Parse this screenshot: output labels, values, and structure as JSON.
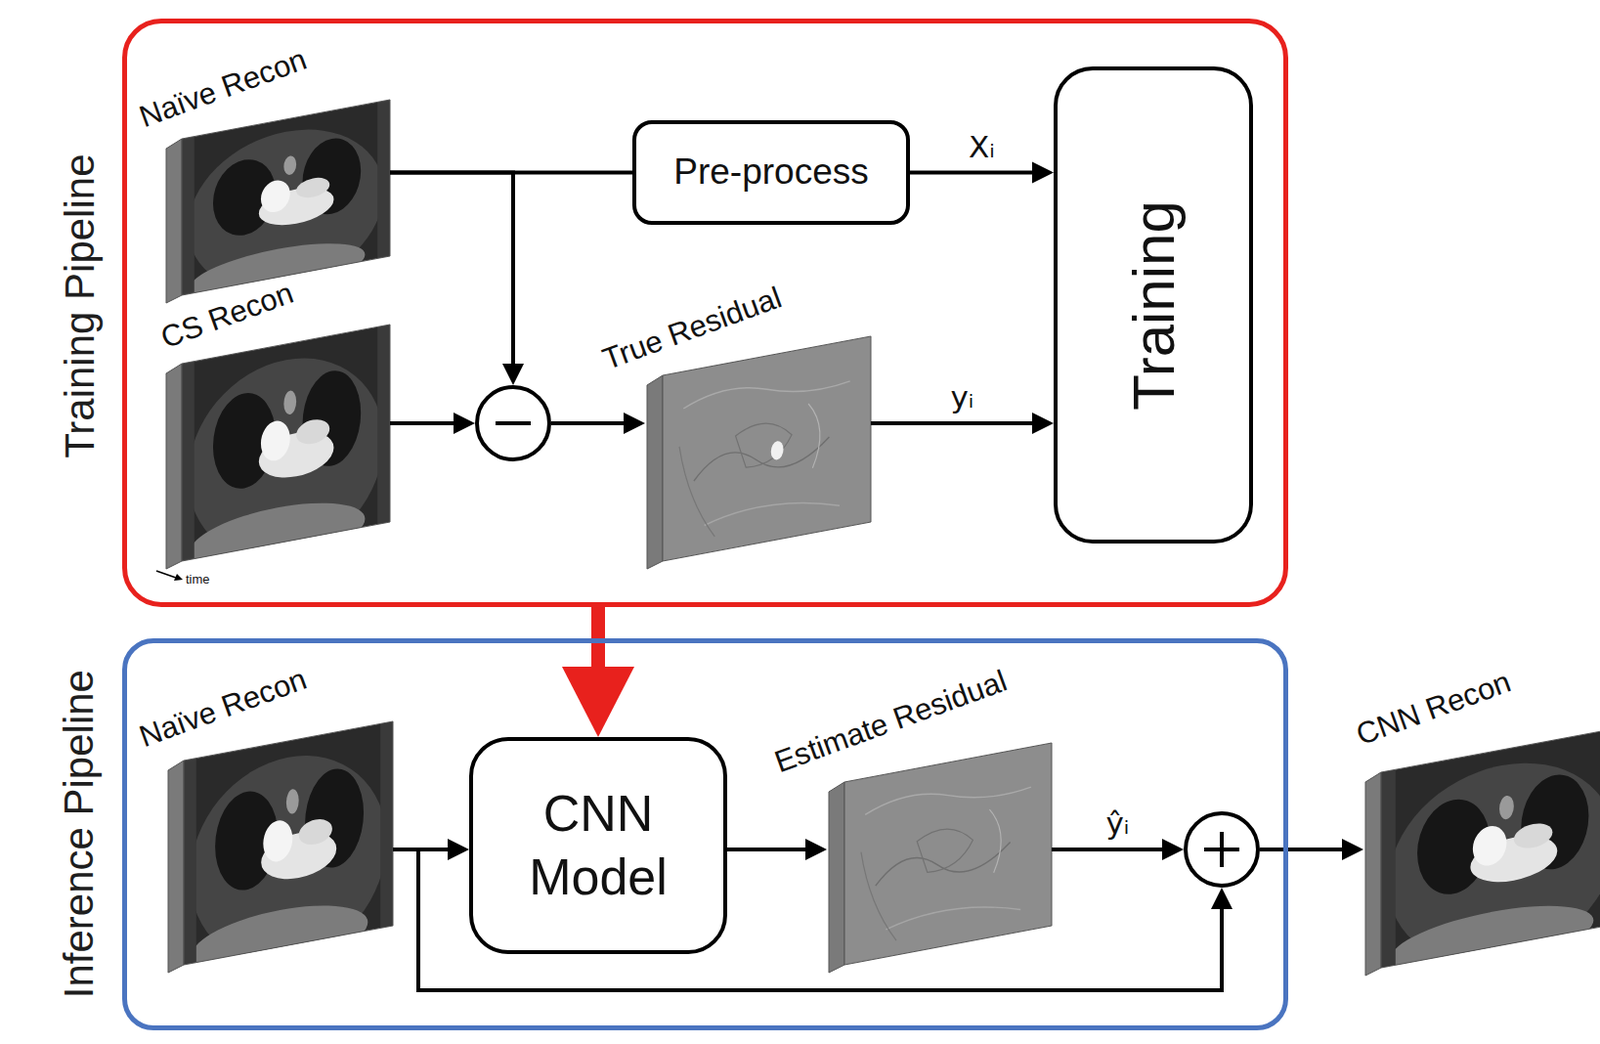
{
  "diagram": {
    "nodes": [
      {
        "text": [
          "Training Pipeline"
        ]
      },
      {
        "text": [
          "Naïve Recon"
        ],
        "in": 0
      },
      {
        "text": [
          "CS Recon"
        ],
        "in": 0
      },
      {
        "text": [
          "Pre-process"
        ],
        "in": 0
      },
      {
        "text": [],
        "in": 0
      },
      {
        "text": [
          "True Residual"
        ],
        "in": 0
      },
      {
        "text": [
          "Training"
        ],
        "in": 0
      },
      {
        "text": [
          "Inference Pipeline"
        ]
      },
      {
        "text": [
          "Naïve Recon"
        ],
        "in": 7
      },
      {
        "text": [
          "CNN Model"
        ],
        "in": 7
      },
      {
        "text": [
          "Estimate Residual"
        ],
        "in": 7
      },
      {
        "text": [],
        "in": 7
      },
      {
        "text": [
          "CNN Recon"
        ]
      }
    ],
    "edges": [
      {
        "from": 1,
        "to": 3,
        "arrow": "none"
      },
      {
        "from": 1,
        "to": 4,
        "arrow": "to"
      },
      {
        "from": 2,
        "to": 4,
        "arrow": "to"
      },
      {
        "from": 4,
        "to": 5,
        "arrow": "to"
      },
      {
        "from": 3,
        "to": 6,
        "label": "Xᵢ",
        "arrow": "to"
      },
      {
        "from": 5,
        "to": 6,
        "label": "yᵢ",
        "arrow": "to"
      },
      {
        "from": 0,
        "to": 9,
        "arrow": "to"
      },
      {
        "from": 8,
        "to": 9,
        "arrow": "to"
      },
      {
        "from": 8,
        "to": 11,
        "arrow": "to"
      },
      {
        "from": 9,
        "to": 10,
        "arrow": "to"
      },
      {
        "from": 10,
        "to": 11,
        "label": "ŷᵢ",
        "arrow": "to"
      },
      {
        "from": 11,
        "to": 12,
        "arrow": "to"
      }
    ],
    "labels": [
      "time"
    ]
  }
}
